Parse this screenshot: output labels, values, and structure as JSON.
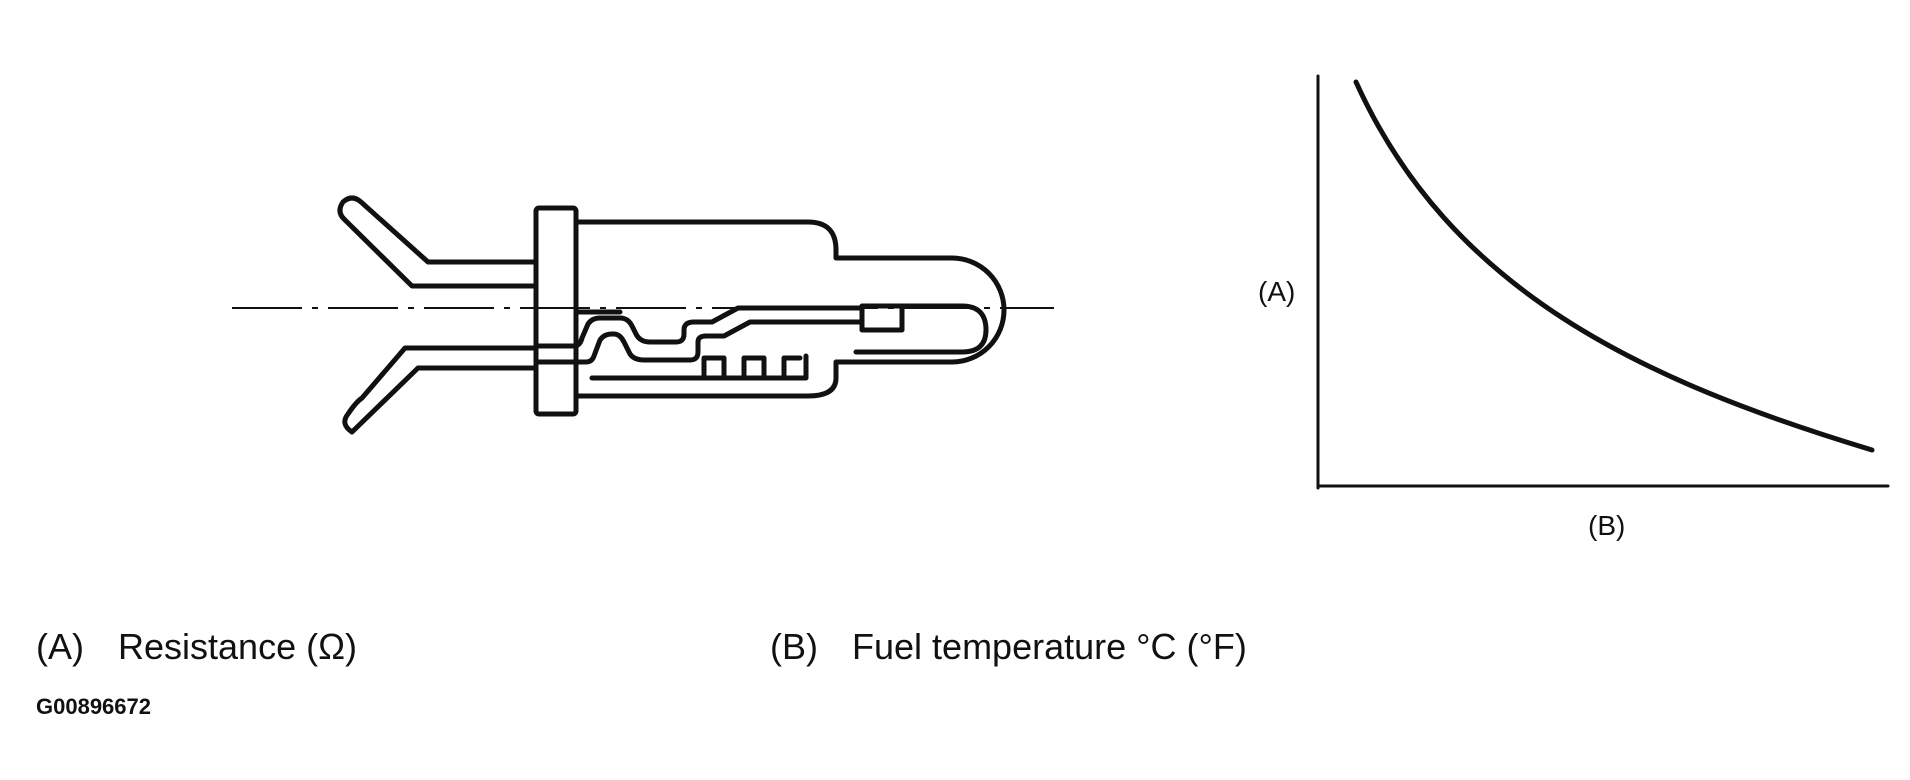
{
  "graph": {
    "y_axis_label": "(A)",
    "x_axis_label": "(B)"
  },
  "legend": {
    "a_key": "(A)",
    "a_text": "Resistance (Ω)",
    "b_key": "(B)",
    "b_text": "Fuel temperature °C (°F)"
  },
  "figure_code": "G00896672",
  "colors": {
    "ink": "#111111",
    "background": "#ffffff"
  }
}
